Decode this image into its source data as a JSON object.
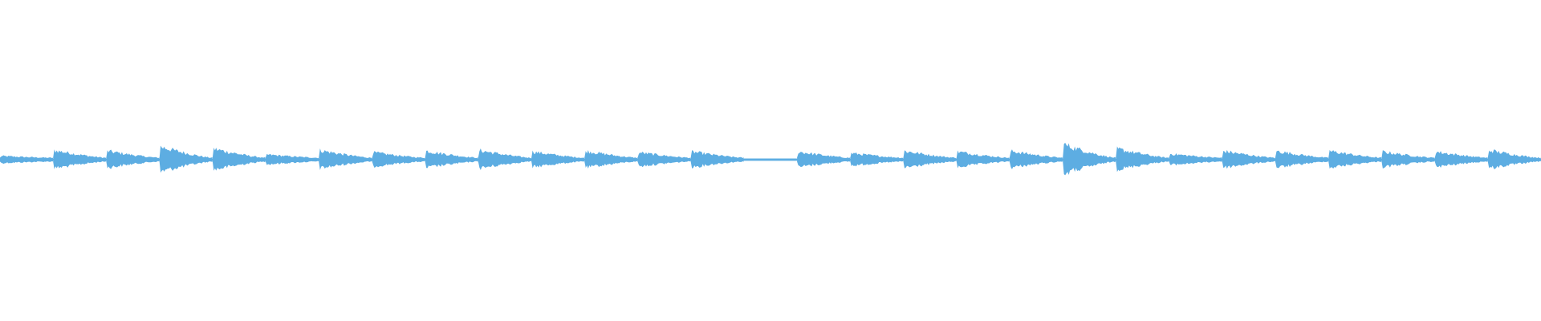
{
  "waveform": {
    "color": "#5dade2",
    "segment_count": 29,
    "segment_peaks": [
      0.1,
      0.26,
      0.24,
      0.36,
      0.3,
      0.14,
      0.26,
      0.2,
      0.24,
      0.26,
      0.22,
      0.24,
      0.2,
      0.22,
      0.0,
      0.22,
      0.18,
      0.24,
      0.22,
      0.24,
      0.42,
      0.3,
      0.16,
      0.24,
      0.24,
      0.24,
      0.22,
      0.22,
      0.26
    ],
    "silent_segments": [
      14
    ]
  }
}
